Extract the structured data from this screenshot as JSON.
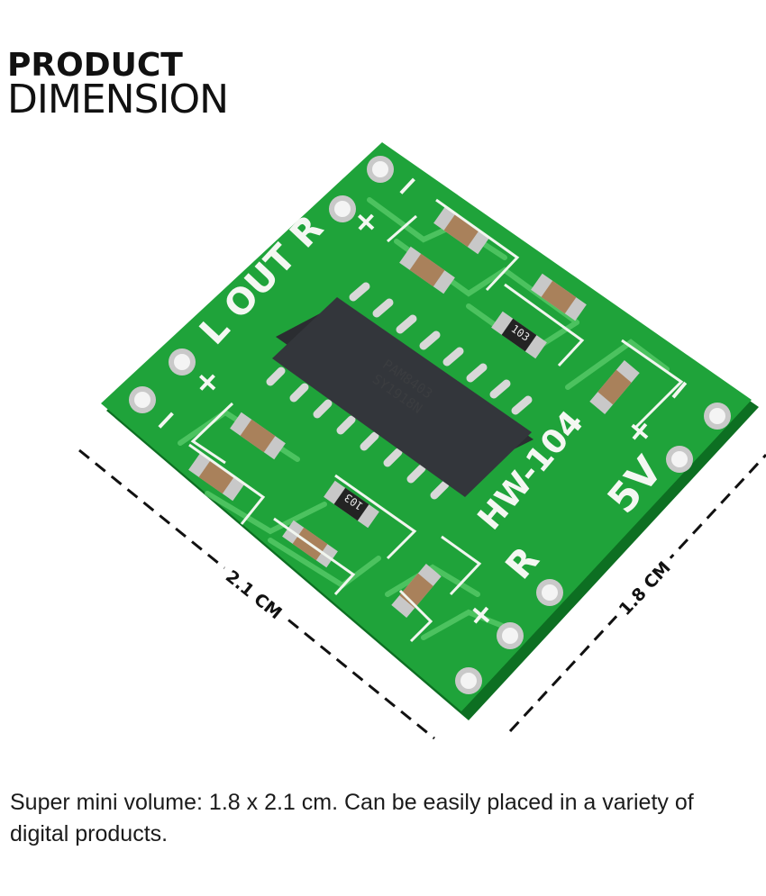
{
  "heading": {
    "line1": "PRODUCT",
    "line2": "DIMENSION"
  },
  "board": {
    "model": "HW-104",
    "chip_marking_1": "PAM8403",
    "chip_marking_2": "SY1918N",
    "resistor_1": "103",
    "resistor_2": "103",
    "silk_out": "L OUT R",
    "silk_5v": "5V",
    "silk_r": "R",
    "silk_plus": "+",
    "silk_minus": "−",
    "colors": {
      "pcb": "#1fa33a",
      "chip": "#2b2d31",
      "pad": "#d9d9d9"
    }
  },
  "dimensions": {
    "width_label": "2.1 CM",
    "height_label": "1.8 CM"
  },
  "caption": "Super mini volume: 1.8 x 2.1 cm. Can be easily placed in a variety of digital products."
}
